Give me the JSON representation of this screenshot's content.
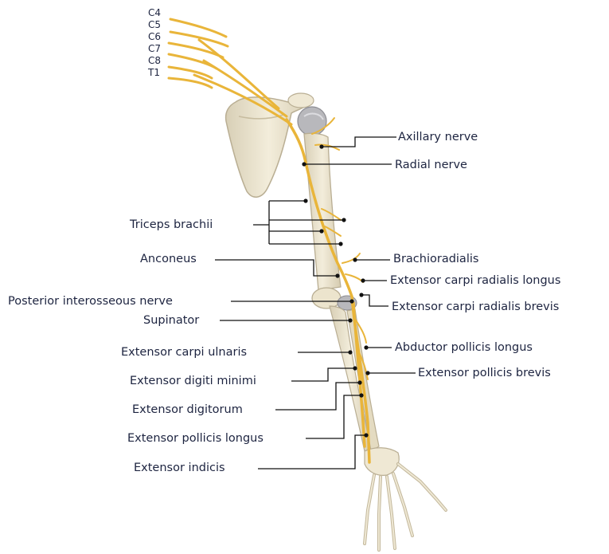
{
  "roots": [
    "C4",
    "C5",
    "C6",
    "C7",
    "C8",
    "T1"
  ],
  "labels": {
    "axillary_nerve": "Axillary nerve",
    "radial_nerve": "Radial nerve",
    "triceps_brachii": "Triceps brachii",
    "anconeus": "Anconeus",
    "brachioradialis": "Brachioradialis",
    "extensor_carpi_radialis_longus": "Extensor carpi radialis longus",
    "posterior_interosseous_nerve": "Posterior interosseous nerve",
    "extensor_carpi_radialis_brevis": "Extensor carpi radialis brevis",
    "supinator": "Supinator",
    "abductor_pollicis_longus": "Abductor pollicis longus",
    "extensor_carpi_ulnaris": "Extensor carpi ulnaris",
    "extensor_digiti_minimi": "Extensor digiti minimi",
    "extensor_pollicis_brevis": "Extensor pollicis brevis",
    "extensor_digitorum": "Extensor digitorum",
    "extensor_pollicis_longus": "Extensor pollicis longus",
    "extensor_indicis": "Extensor indicis"
  },
  "colors": {
    "nerve": "#e9b53a",
    "bone": "#ebe3cc",
    "bone_edge": "#b9ae93",
    "label_text": "#1d2440",
    "leader_line": "#111111"
  }
}
